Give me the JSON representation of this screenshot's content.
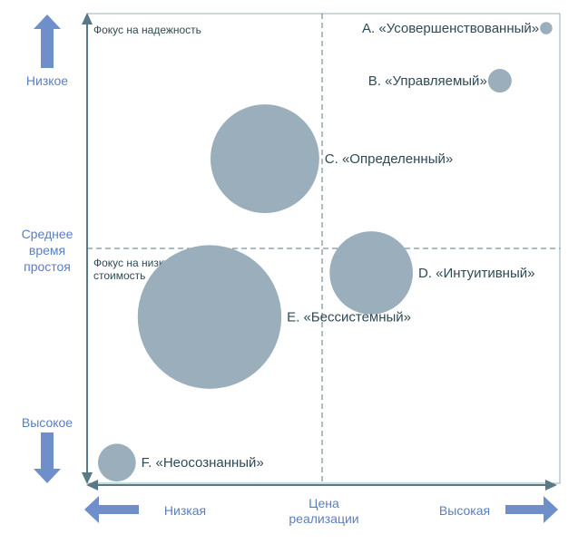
{
  "colors": {
    "axis": "#587a88",
    "bubble": "#9aafbb",
    "label": "#2f4a55",
    "axis_text": "#5b7fc0",
    "arrow": "#6f8fca"
  },
  "y_axis": {
    "top_label": "Низкое",
    "title_lines": [
      "Среднее",
      "время",
      "простоя"
    ],
    "bottom_label": "Высокое"
  },
  "x_axis": {
    "left_label": "Низкая",
    "title_lines": [
      "Цена",
      "реализации"
    ],
    "right_label": "Высокая"
  },
  "quadrants": {
    "top_left": "Фокус на надежность",
    "bottom_left_lines": [
      "Фокус на низкую",
      "стоимость"
    ]
  },
  "chart_data": {
    "type": "scatter",
    "xlabel": "Цена реализации",
    "ylabel": "Среднее время простоя",
    "xlim": [
      0,
      100
    ],
    "ylim": [
      0,
      100
    ],
    "points": [
      {
        "label": "A. «Усовершенствованный»",
        "x": 97.1,
        "y": 96.9,
        "size": 1.3,
        "label_side": "left"
      },
      {
        "label": "B. «Управляемый»",
        "x": 87.3,
        "y": 85.7,
        "size": 2.5,
        "label_side": "left"
      },
      {
        "label": "C. «Определенный»",
        "x": 37.6,
        "y": 69.1,
        "size": 11.5,
        "label_side": "right"
      },
      {
        "label": "D. «Интуитивный»",
        "x": 60.1,
        "y": 44.8,
        "size": 8.8,
        "label_side": "right"
      },
      {
        "label": "E. «Бессистемный»",
        "x": 25.9,
        "y": 35.4,
        "size": 15.2,
        "label_side": "right"
      },
      {
        "label": "F. «Неосознанный»",
        "x": 6.3,
        "y": 4.4,
        "size": 4.0,
        "label_side": "right"
      }
    ]
  }
}
